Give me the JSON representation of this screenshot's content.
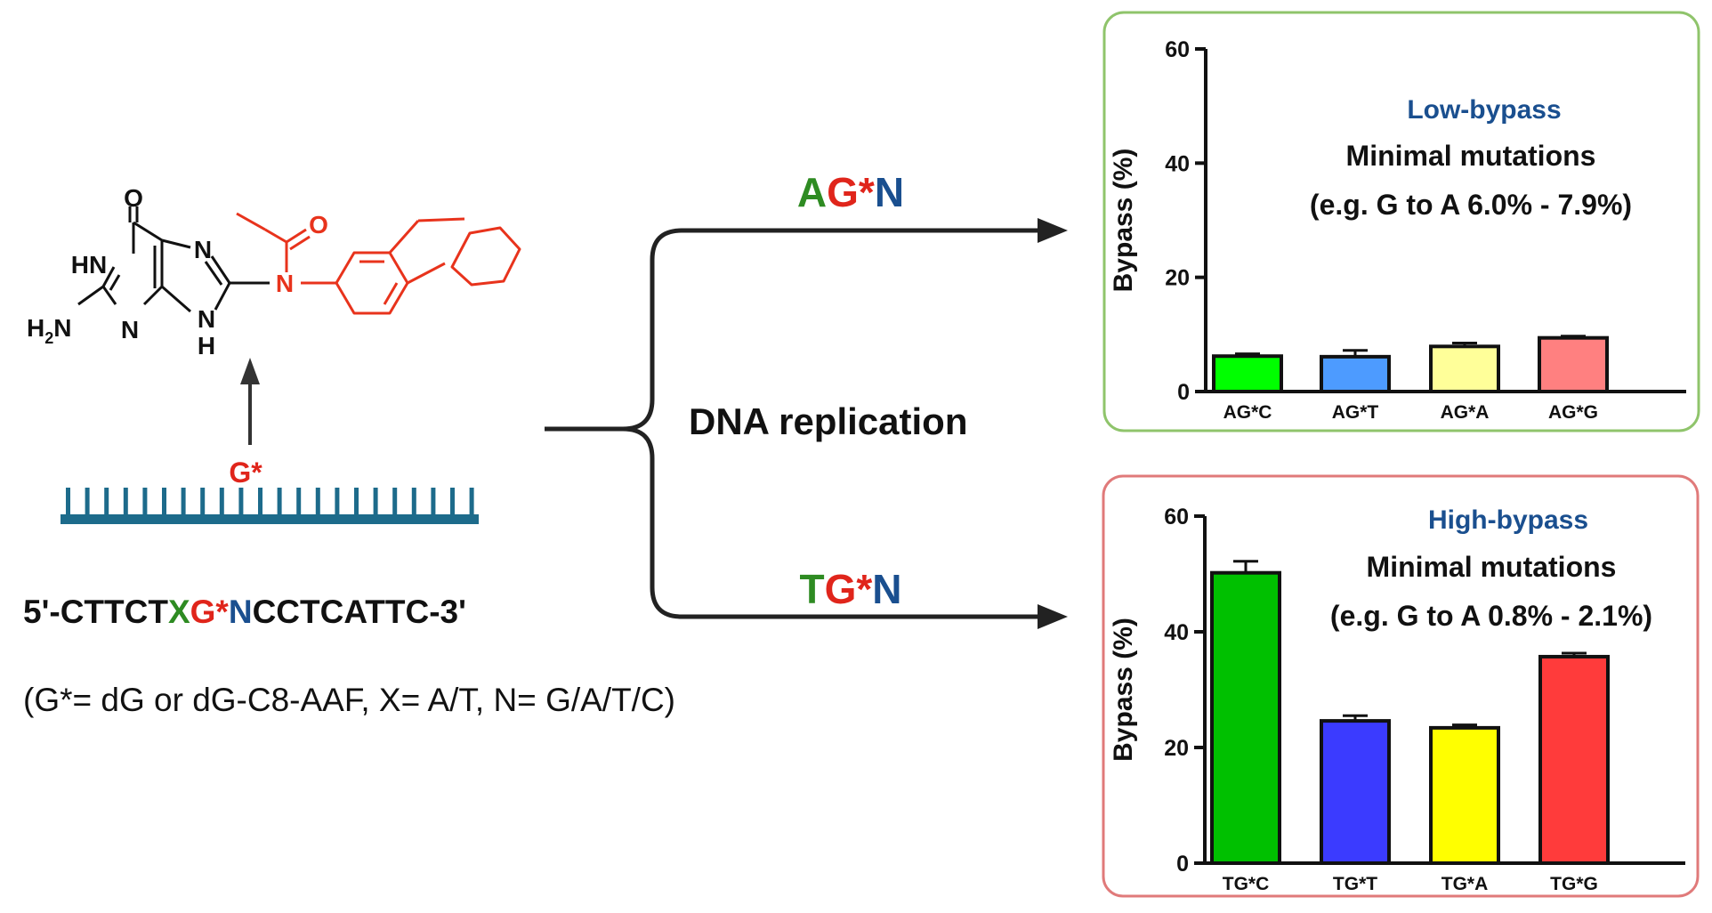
{
  "molecule": {
    "atoms": {
      "carbonyl_o": "O",
      "hn": "HN",
      "n_top": "N",
      "n_bottom": "N",
      "nh_n": "N",
      "nh_h": "H",
      "h2n_h": "H",
      "h2n_sub": "2",
      "h2n_n": "N",
      "amide_n": "N",
      "acetyl_o": "O"
    },
    "colors": {
      "core": "#111111",
      "adduct": "#e8331c"
    }
  },
  "dna": {
    "lesion_label": "G*",
    "strand_color": "#1d6b8b"
  },
  "sequence": {
    "prefix": "5'-CTTCT",
    "x": "X",
    "g": "G*",
    "n": "N",
    "suffix": "CCTCATTC-3'",
    "legend": "(G*= dG or dG-C8-AAF, X= A/T, N= G/A/T/C)"
  },
  "flow": {
    "center_label": "DNA replication",
    "upper_context": {
      "base": "A",
      "lesion": "G*",
      "n": "N"
    },
    "lower_context": {
      "base": "T",
      "lesion": "G*",
      "n": "N"
    }
  },
  "colors": {
    "green": "#2e8b22",
    "red": "#e0251b",
    "blue": "#1a4f8f",
    "title_blue": "#1a4f8f",
    "panel_top_border": "#8fc46b",
    "panel_bottom_border": "#e07a7a"
  },
  "panels": [
    {
      "title": "Low-bypass",
      "subtitle": "Minimal mutations",
      "note": "(e.g. G to A 6.0% - 7.9%)"
    },
    {
      "title": "High-bypass",
      "subtitle": "Minimal mutations",
      "note": "(e.g. G to A 0.8% - 2.1%)"
    }
  ],
  "chart_data": [
    {
      "type": "bar",
      "ylabel": "Bypass (%)",
      "ylim": [
        0,
        60
      ],
      "yticks": [
        0,
        20,
        40,
        60
      ],
      "categories": [
        "AG*C",
        "AG*T",
        "AG*A",
        "AG*G"
      ],
      "values": [
        6.2,
        6.1,
        7.9,
        9.4
      ],
      "errors": [
        0.4,
        1.1,
        0.6,
        0.3
      ],
      "bar_colors": [
        "#00ff00",
        "#4d9bff",
        "#ffff99",
        "#ff8080"
      ]
    },
    {
      "type": "bar",
      "ylabel": "Bypass (%)",
      "ylim": [
        0,
        60
      ],
      "yticks": [
        0,
        20,
        40,
        60
      ],
      "categories": [
        "TG*C",
        "TG*T",
        "TG*A",
        "TG*G"
      ],
      "values": [
        50.2,
        24.6,
        23.4,
        35.7
      ],
      "errors": [
        2.0,
        0.9,
        0.5,
        0.6
      ],
      "bar_colors": [
        "#00c000",
        "#3b3bff",
        "#ffff00",
        "#ff3b3b"
      ]
    }
  ]
}
